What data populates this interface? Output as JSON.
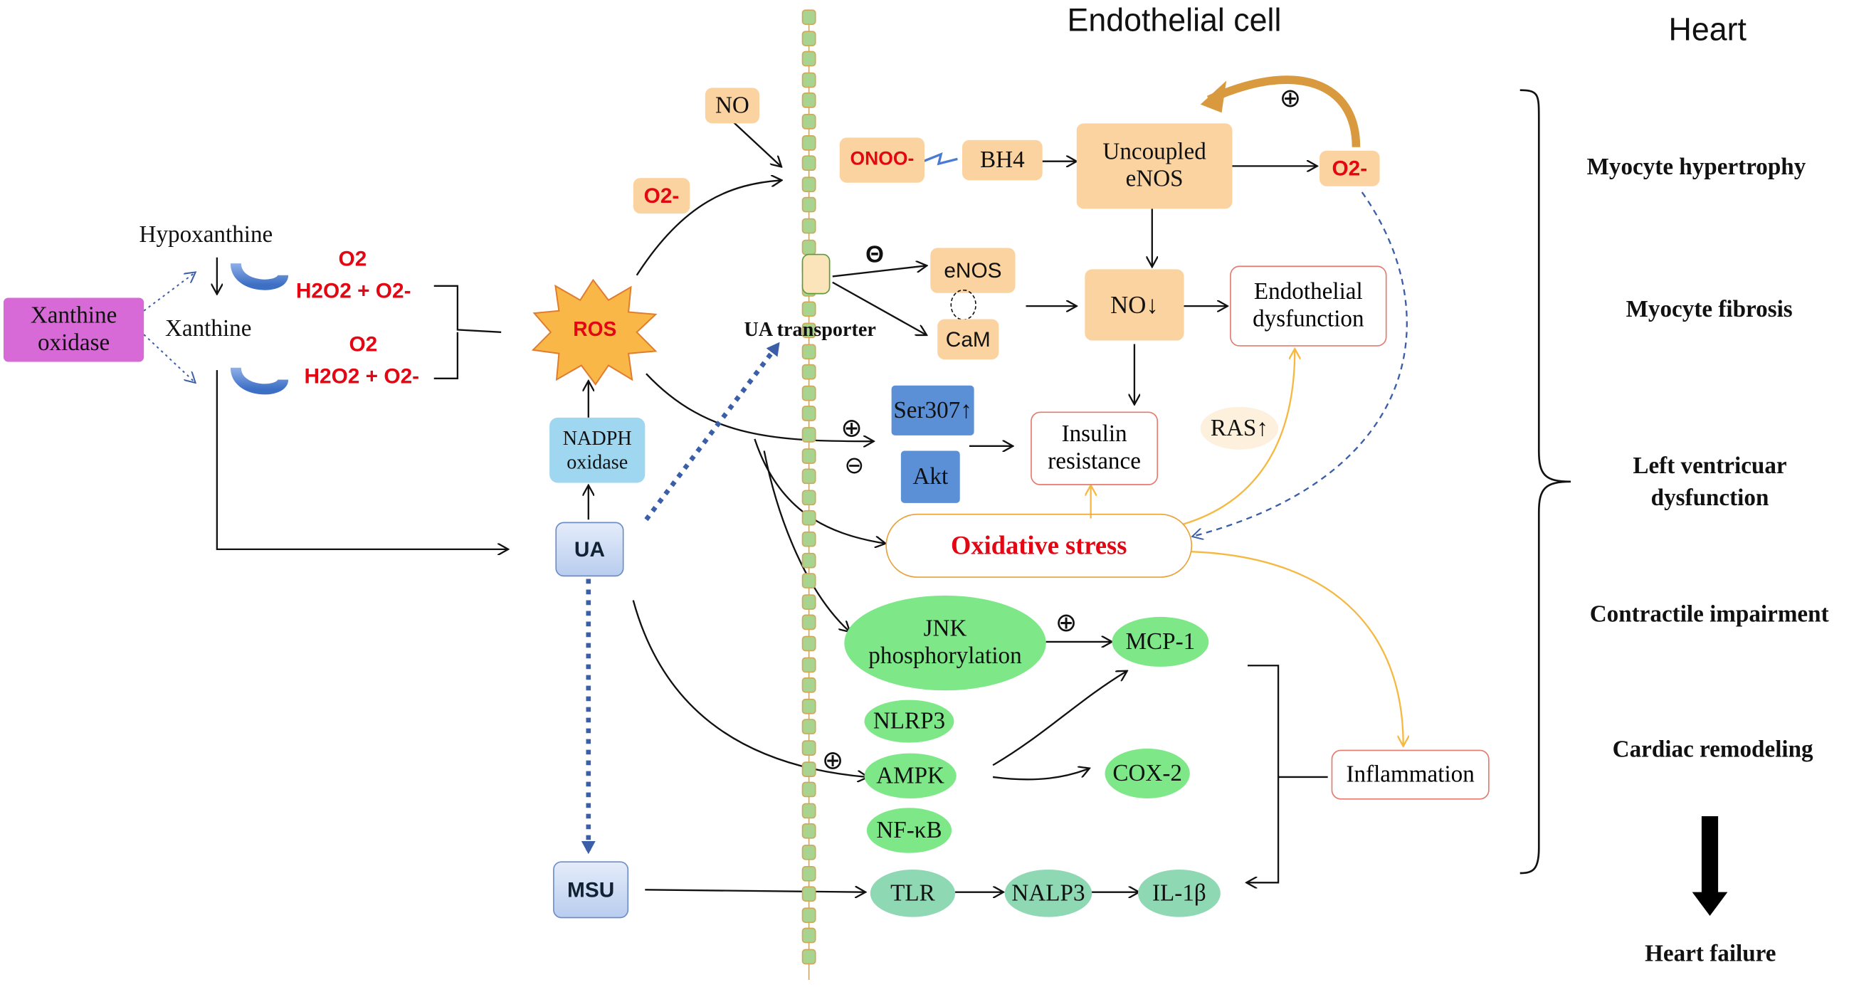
{
  "headers": {
    "endothelial": "Endothelial cell",
    "heart": "Heart"
  },
  "left": {
    "xanthine_oxidase": "Xanthine oxidase",
    "hypoxanthine": "Hypoxanthine",
    "xanthine": "Xanthine",
    "o2_top": "O2",
    "h2o2_top": "H2O2 + O2-",
    "o2_bottom": "O2",
    "h2o2_bottom": "H2O2 + O2-",
    "ros": "ROS",
    "nadph_oxidase": "NADPH oxidase",
    "ua": "UA",
    "msu": "MSU",
    "o2_minus_left": "O2-"
  },
  "cell": {
    "no_top": "NO",
    "onoo": "ONOO-",
    "bh4": "BH4",
    "uncoupled_enos": "Uncoupled eNOS",
    "o2_minus_right": "O2-",
    "plus_top": "⊕",
    "theta": "Θ",
    "enos": "eNOS",
    "cam": "CaM",
    "ua_transporter": "UA transporter",
    "no_down": "NO↓",
    "endothelial_dysfunction": "Endothelial dysfunction",
    "ser307": "Ser307↑",
    "akt": "Akt",
    "plus_ser": "⊕",
    "minus_akt": "⊖",
    "insulin_resistance": "Insulin resistance",
    "ras": "RAS↑",
    "oxidative_stress": "Oxidative stress",
    "jnk": "JNK phosphorylation",
    "plus_jnk": "⊕",
    "mcp1": "MCP-1",
    "nlrp3": "NLRP3",
    "ampk": "AMPK",
    "plus_ampk": "⊕",
    "cox2": "COX-2",
    "nfkb": "NF-κB",
    "inflammation": "Inflammation",
    "tlr": "TLR",
    "nalp3": "NALP3",
    "il1b": "IL-1β"
  },
  "heart": {
    "items": [
      "Myocyte hypertrophy",
      "Myocyte fibrosis",
      "Left ventricuar dysfunction",
      "Contractile impairment",
      "Cardiac remodeling"
    ],
    "outcome": "Heart failure"
  },
  "colors": {
    "membrane": "#a8d48f",
    "orange_box": "#fbd3a0",
    "green_node": "#7ee888",
    "teal_node": "#8fd8b4",
    "magenta_box": "#d76ad6",
    "red_text": "#e30613",
    "yellow_arrow": "#f5b942",
    "dashed_blue": "#3b5ea8"
  }
}
